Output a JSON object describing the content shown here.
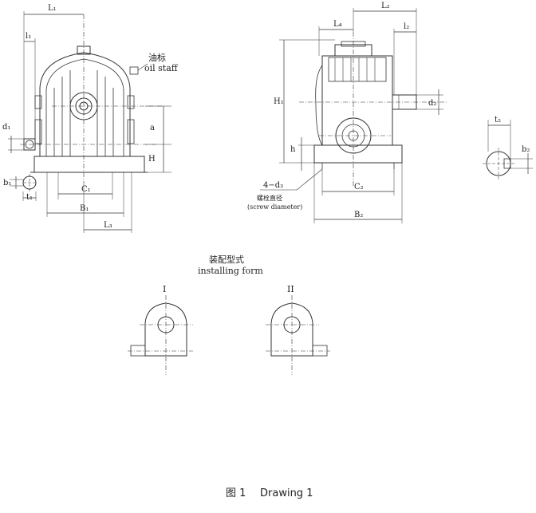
{
  "labels": {
    "L1": "L₁",
    "l1": "l₁",
    "d1": "d₁",
    "b1": "b₁",
    "t1": "t₁",
    "a": "a",
    "H": "H",
    "C1": "C₁",
    "B1": "B₁",
    "L3": "L₃",
    "L4": "L₄",
    "L2": "L₂",
    "l2": "l₂",
    "d2": "d₂",
    "H1": "H₁",
    "h": "h",
    "C2": "C₂",
    "B2": "B₂",
    "t2": "t₂",
    "b2": "b₂",
    "bolt_label": "4−d₃",
    "form_I": "I",
    "form_II": "II"
  },
  "oil_staff": {
    "cn": "油标",
    "en": "oil staff"
  },
  "screw": {
    "cn": "螺栓直径",
    "en": "(screw diameter)"
  },
  "installing": {
    "cn": "装配型式",
    "en": "installing form"
  },
  "caption": {
    "cn": "图 1",
    "en": "Drawing 1"
  }
}
